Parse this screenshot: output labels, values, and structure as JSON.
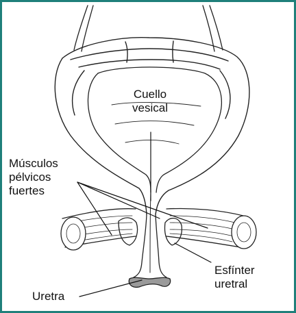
{
  "labels": {
    "bladder_neck": [
      "Cuello",
      "vesical"
    ],
    "pelvic_muscles": [
      "Músculos",
      "pélvicos",
      "fuertes"
    ],
    "sphincter": [
      "Esfínter",
      "uretral"
    ],
    "urethra": "Uretra"
  },
  "colors": {
    "frame": "#1f7f7a",
    "ink": "#111111",
    "background": "#ffffff"
  }
}
